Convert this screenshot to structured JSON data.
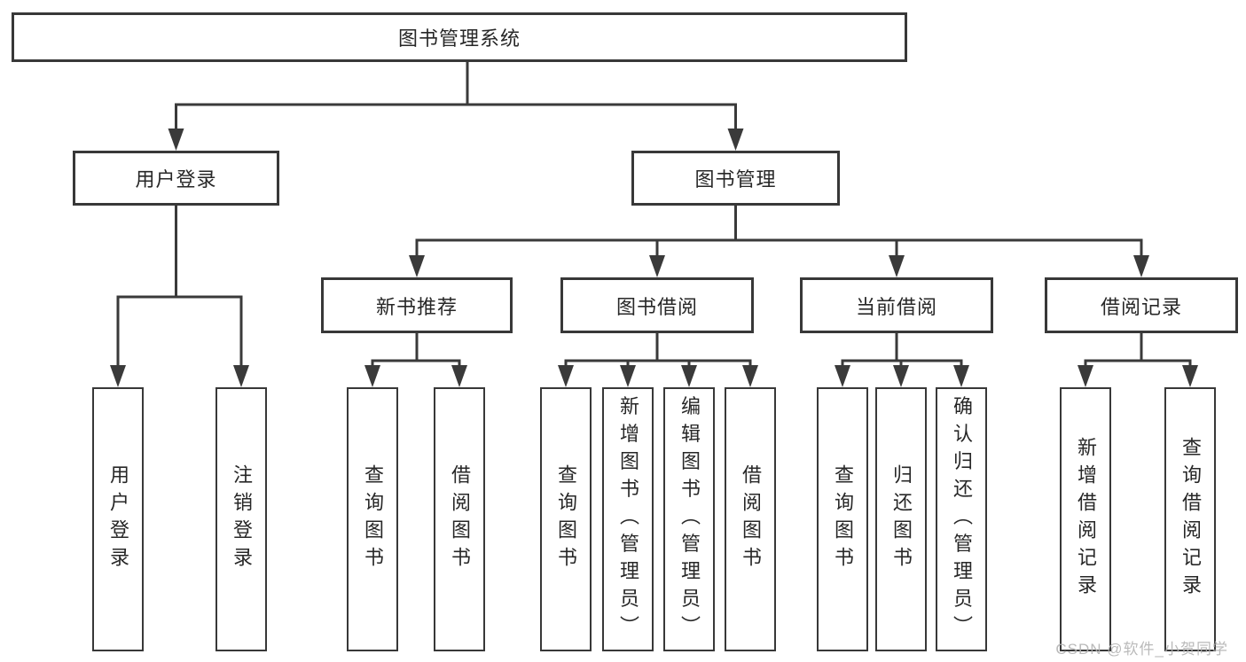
{
  "diagram": {
    "type": "hierarchy-tree",
    "title": "图书管理系统",
    "colors": {
      "background": "#ffffff",
      "line": "#3a3a3a",
      "box_border": "#383838",
      "text": "#272727",
      "watermark": "#b3b3b3"
    },
    "nodes": {
      "root": "图书管理系统",
      "user_login": "用户登录",
      "book_mgmt": "图书管理",
      "new_book": "新书推荐",
      "book_borrow": "图书借阅",
      "current_borrow": "当前借阅",
      "borrow_record": "借阅记录",
      "leaf_user_login": "用户登录",
      "leaf_logout": "注销登录",
      "nb_query": "查询图书",
      "nb_borrow": "借阅图书",
      "bb_query": "查询图书",
      "bb_add": "新增图书（管理员）",
      "bb_edit": "编辑图书（管理员）",
      "bb_borrow": "借阅图书",
      "cb_query": "查询图书",
      "cb_return": "归还图书",
      "cb_confirm": "确认归还（管理员）",
      "br_add": "新增借阅记录",
      "br_query": "查询借阅记录"
    },
    "hierarchy": {
      "图书管理系统": {
        "用户登录": [
          "用户登录",
          "注销登录"
        ],
        "图书管理": {
          "新书推荐": [
            "查询图书",
            "借阅图书"
          ],
          "图书借阅": [
            "查询图书",
            "新增图书（管理员）",
            "编辑图书（管理员）",
            "借阅图书"
          ],
          "当前借阅": [
            "查询图书",
            "归还图书",
            "确认归还（管理员）"
          ],
          "借阅记录": [
            "新增借阅记录",
            "查询借阅记录"
          ]
        }
      }
    },
    "watermark": "CSDN @软件_小贺同学"
  }
}
